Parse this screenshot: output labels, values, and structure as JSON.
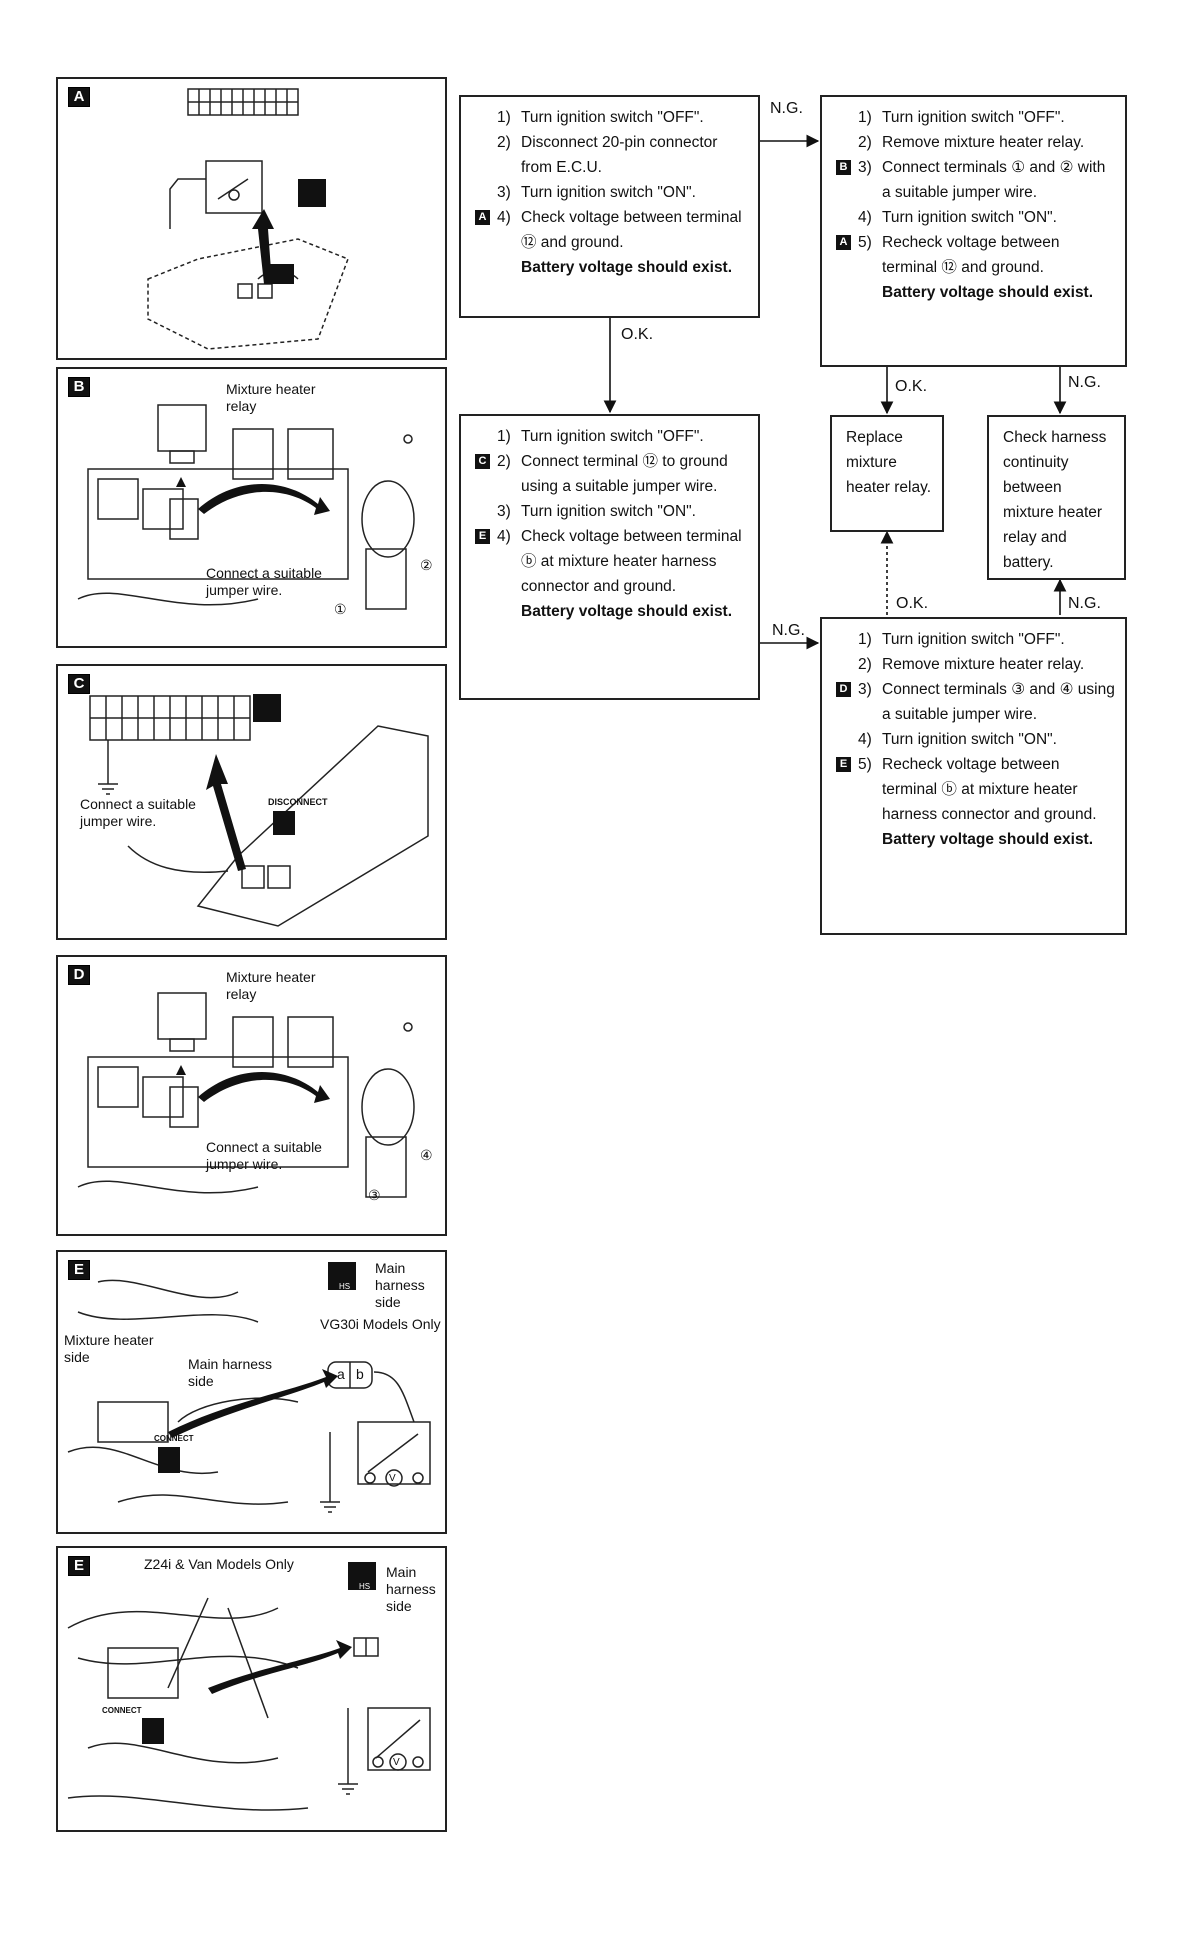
{
  "panels": {
    "A": {
      "badge": "A"
    },
    "B": {
      "badge": "B",
      "relay_label": "Mixture heater\nrelay",
      "jumper_label": "Connect a suitable\njumper wire.",
      "t1": "①",
      "t2": "②"
    },
    "C": {
      "badge": "C",
      "jumper_label": "Connect a suitable\njumper wire.",
      "disconnect": "DISCONNECT"
    },
    "D": {
      "badge": "D",
      "relay_label": "Mixture heater\nrelay",
      "jumper_label": "Connect a suitable\njumper wire.",
      "t3": "③",
      "t4": "④"
    },
    "E1": {
      "badge": "E",
      "hs": "HS",
      "main_side": "Main\nharness\nside",
      "models": "VG30i Models Only",
      "heater_side": "Mixture heater\nside",
      "main_harness": "Main harness\nside",
      "connect": "CONNECT",
      "term_a": "a",
      "term_b": "b",
      "v": "V"
    },
    "E2": {
      "badge": "E",
      "hs": "HS",
      "models": "Z24i & Van Models Only",
      "main_side": "Main\nharness\nside",
      "connect": "CONNECT",
      "v": "V"
    }
  },
  "flow": {
    "box1": {
      "steps": [
        {
          "mark": "",
          "num": "1)",
          "text": "Turn ignition switch \"OFF\"."
        },
        {
          "mark": "",
          "num": "2)",
          "text": "Disconnect 20-pin connector from E.C.U."
        },
        {
          "mark": "",
          "num": "3)",
          "text": "Turn ignition switch \"ON\"."
        },
        {
          "mark": "A",
          "num": "4)",
          "text": "Check voltage between terminal ⑫ and ground."
        }
      ],
      "result": "Battery voltage should exist."
    },
    "box2": {
      "steps": [
        {
          "mark": "",
          "num": "1)",
          "text": "Turn ignition switch \"OFF\"."
        },
        {
          "mark": "",
          "num": "2)",
          "text": "Remove mixture heater relay."
        },
        {
          "mark": "B",
          "num": "3)",
          "text": "Connect terminals ① and ② with a suitable jumper wire."
        },
        {
          "mark": "",
          "num": "4)",
          "text": "Turn ignition switch \"ON\"."
        },
        {
          "mark": "A",
          "num": "5)",
          "text": "Recheck voltage between terminal ⑫ and ground."
        }
      ],
      "result": "Battery voltage should exist."
    },
    "box3": {
      "steps": [
        {
          "mark": "",
          "num": "1)",
          "text": "Turn ignition switch \"OFF\"."
        },
        {
          "mark": "C",
          "num": "2)",
          "text": "Connect terminal ⑫ to ground using a suitable jumper wire."
        },
        {
          "mark": "",
          "num": "3)",
          "text": "Turn ignition switch \"ON\"."
        },
        {
          "mark": "E",
          "num": "4)",
          "text": "Check voltage between terminal ⓑ at mixture heater harness connector and ground."
        }
      ],
      "result": "Battery voltage should exist."
    },
    "box4": {
      "text": "Replace mixture heater relay."
    },
    "box5": {
      "text": "Check harness continuity between mixture heater relay and battery."
    },
    "box6": {
      "steps": [
        {
          "mark": "",
          "num": "1)",
          "text": "Turn ignition switch \"OFF\"."
        },
        {
          "mark": "",
          "num": "2)",
          "text": "Remove mixture heater relay."
        },
        {
          "mark": "D",
          "num": "3)",
          "text": "Connect terminals ③ and ④ using a suitable jumper wire."
        },
        {
          "mark": "",
          "num": "4)",
          "text": "Turn ignition switch \"ON\"."
        },
        {
          "mark": "E",
          "num": "5)",
          "text": "Recheck voltage between terminal ⓑ at mixture heater harness connector and ground."
        }
      ],
      "result": "Battery voltage should exist."
    },
    "labels": {
      "ng1": "N.G.",
      "ok1": "O.K.",
      "ok2": "O.K.",
      "ng2": "N.G.",
      "ng3": "N.G.",
      "ok3": "O.K.",
      "ng4": "N.G."
    }
  }
}
